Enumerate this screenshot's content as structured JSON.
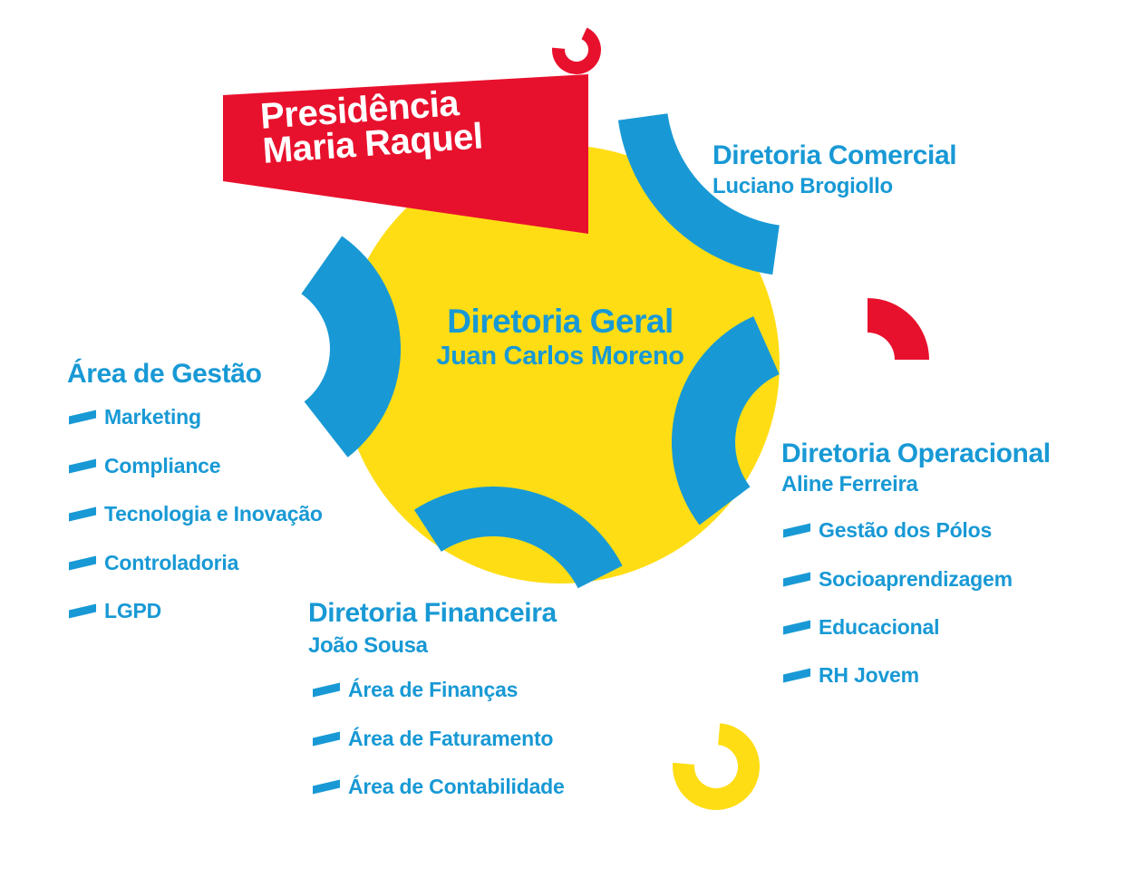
{
  "colors": {
    "blue": "#1899d5",
    "yellow": "#ffdd15",
    "red": "#e8112d",
    "banner_text": "#ffffff"
  },
  "banner": {
    "title": "Presidência",
    "name": "Maria Raquel"
  },
  "center": {
    "title": "Diretoria Geral",
    "name": "Juan Carlos Moreno"
  },
  "comercial": {
    "title": "Diretoria Comercial",
    "name": "Luciano Brogiollo"
  },
  "gestao": {
    "title": "Área de Gestão",
    "items": [
      "Marketing",
      "Compliance",
      "Tecnologia e Inovação",
      "Controladoria",
      "LGPD"
    ]
  },
  "financeira": {
    "title": "Diretoria Financeira",
    "name": "João Sousa",
    "items": [
      "Área de Finanças",
      "Área de Faturamento",
      "Área de Contabilidade"
    ]
  },
  "operacional": {
    "title": "Diretoria Operacional",
    "name": "Aline Ferreira",
    "items": [
      "Gestão dos Pólos",
      "Socioaprendizagem",
      "Educacional",
      "RH Jovem"
    ]
  }
}
